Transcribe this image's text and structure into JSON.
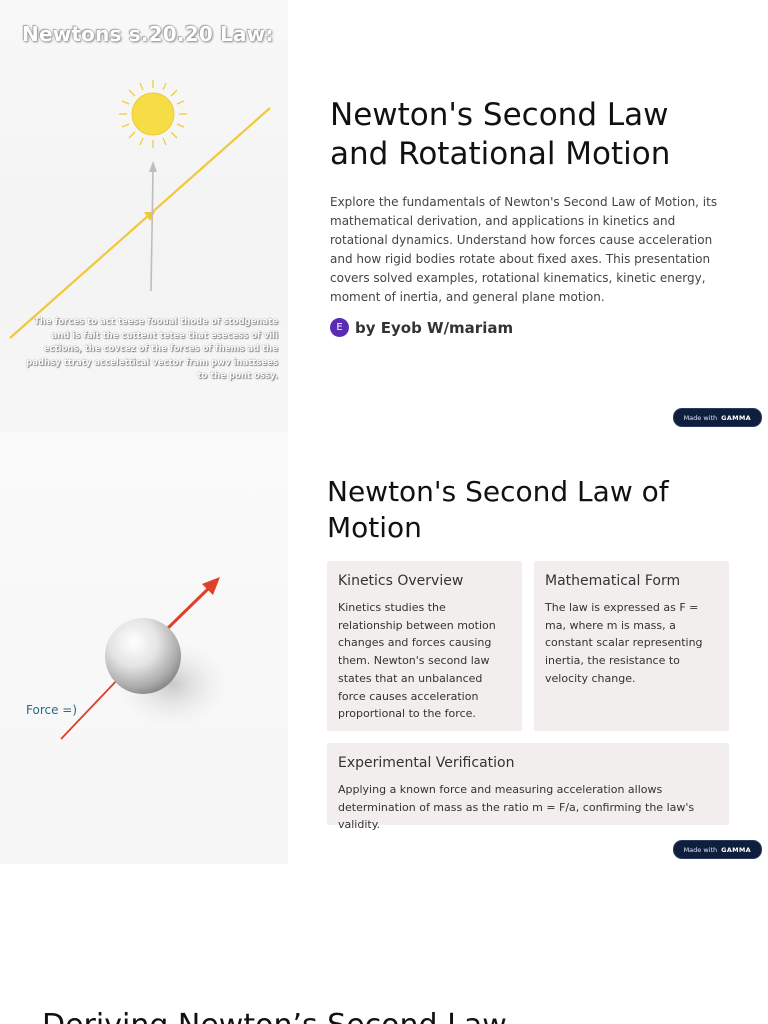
{
  "slide1": {
    "art_title": "Newtons s.20.20 Law:",
    "art_caption": "The forces to act teese fooual thode of stodgenate and is falt the cuttent tetee that esecess of vili ections, the covcez of the forces of fhems ad the padhsy ttraty accelettical vector fram pwv inattsees to the pont ossy.",
    "title": "Newton's Second Law and Rotational Motion",
    "description": "Explore the fundamentals of Newton's Second Law of Motion, its mathematical derivation, and applications in kinetics and rotational dynamics. Understand how forces cause acceleration and how rigid bodies rotate about fixed axes. This presentation covers solved examples, rotational kinematics, kinetic energy, moment of inertia, and general plane motion.",
    "author_initial": "E",
    "author": "by Eyob W/mariam",
    "badge_text": "Made with",
    "badge_brand": "GAMMA",
    "icons": [
      "sun-icon",
      "force-arrow-icon"
    ],
    "colors": {
      "sun": "#f7d940",
      "line": "#f0c93a",
      "avatar": "#5b2bb3",
      "badge": "#0f1e3d"
    }
  },
  "slide2": {
    "title": "Newton's Second Law of Motion",
    "force_label": "Force =)",
    "cards": [
      {
        "title": "Kinetics Overview",
        "body": "Kinetics studies the relationship between motion changes and forces causing them. Newton's second law states that an unbalanced force causes acceleration proportional to the force."
      },
      {
        "title": "Mathematical Form",
        "body": "The law is expressed as F = ma, where m is mass, a constant scalar representing inertia, the resistance to velocity change."
      },
      {
        "title": "Experimental Verification",
        "body": "Applying a known force and measuring acceleration allows determination of mass as the ratio m = F/a, confirming the law's validity."
      }
    ],
    "badge_text": "Made with",
    "badge_brand": "GAMMA",
    "colors": {
      "arrow": "#e0402a",
      "card": "#f1eeed"
    }
  },
  "slide3": {
    "title": "Deriving Newton’s Second Law"
  }
}
